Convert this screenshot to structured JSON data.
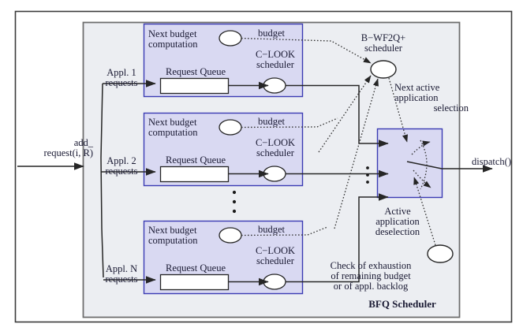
{
  "figure": {
    "title": "BFQ Scheduler block diagram",
    "colors": {
      "outer_frame_border": "#3a3a3a",
      "bfq_box_fill": "#eceef2",
      "bfq_box_border": "#6e6e6e",
      "app_box_fill": "#d9d9f2",
      "app_box_border": "#3b3bb3",
      "selector_box_fill": "#d9d9f2",
      "selector_box_border": "#3b3bb3",
      "text": "#1a1a33",
      "line": "#262626",
      "queue_fill": "#ffffff",
      "ellipse_fill": "#ffffff"
    }
  },
  "labels": {
    "add_request_line1": "add_",
    "add_request_line2": "request(i, R)",
    "dispatch": "dispatch()",
    "bfq_scheduler": "BFQ Scheduler",
    "bwf2q_line1": "B−WF2Q+",
    "bwf2q_line2": "scheduler",
    "next_active_line1": "Next active",
    "next_active_line2": "application",
    "next_active_line3": "selection",
    "active_desel_line1": "Active",
    "active_desel_line2": "application",
    "active_desel_line3": "deselection",
    "check_line1": "Check of exhaustion",
    "check_line2": "of remaining budget",
    "check_line3": "or of appl. backlog",
    "vertical_dots": "•"
  },
  "applications": [
    {
      "id": "app1",
      "input_line1": "Appl. 1",
      "input_line2": "requests",
      "next_budget_line1": "Next budget",
      "next_budget_line2": "computation",
      "budget": "budget",
      "request_queue": "Request Queue",
      "clook_line1": "C−LOOK",
      "clook_line2": "scheduler"
    },
    {
      "id": "app2",
      "input_line1": "Appl. 2",
      "input_line2": "requests",
      "next_budget_line1": "Next budget",
      "next_budget_line2": "computation",
      "budget": "budget",
      "request_queue": "Request Queue",
      "clook_line1": "C−LOOK",
      "clook_line2": "scheduler"
    },
    {
      "id": "appN",
      "input_line1": "Appl. N",
      "input_line2": "requests",
      "next_budget_line1": "Next budget",
      "next_budget_line2": "computation",
      "budget": "budget",
      "request_queue": "Request Queue",
      "clook_line1": "C−LOOK",
      "clook_line2": "scheduler"
    }
  ]
}
